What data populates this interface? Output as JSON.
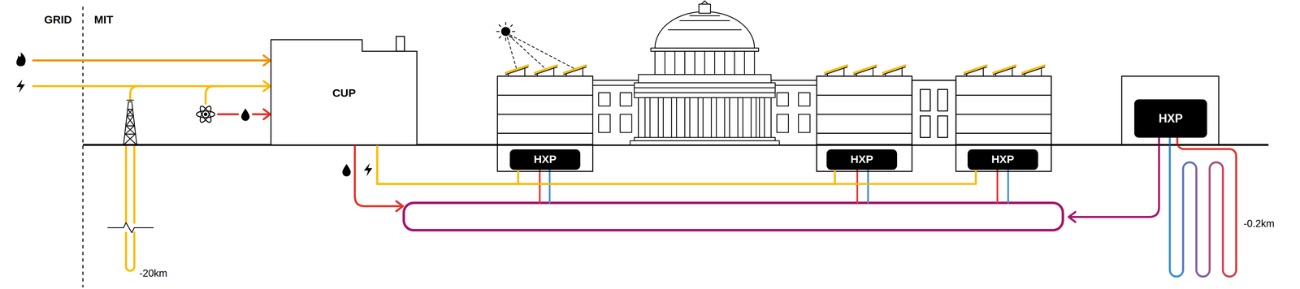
{
  "diagram": {
    "nodes": [
      {
        "text": [
          "CUP"
        ]
      },
      {
        "text": [
          "HXP"
        ]
      },
      {
        "text": [
          "HXP"
        ]
      },
      {
        "text": [
          "HXP"
        ]
      },
      {
        "text": [
          "HXP"
        ]
      }
    ],
    "edges": [
      {
        "from": 0,
        "to": 1,
        "arrow": "none"
      },
      {
        "from": 0,
        "to": 2,
        "arrow": "none"
      },
      {
        "from": 0,
        "to": 3,
        "arrow": "none"
      }
    ],
    "labels": [
      "GRID",
      "MIT",
      "-20km",
      "-0.2km"
    ]
  }
}
